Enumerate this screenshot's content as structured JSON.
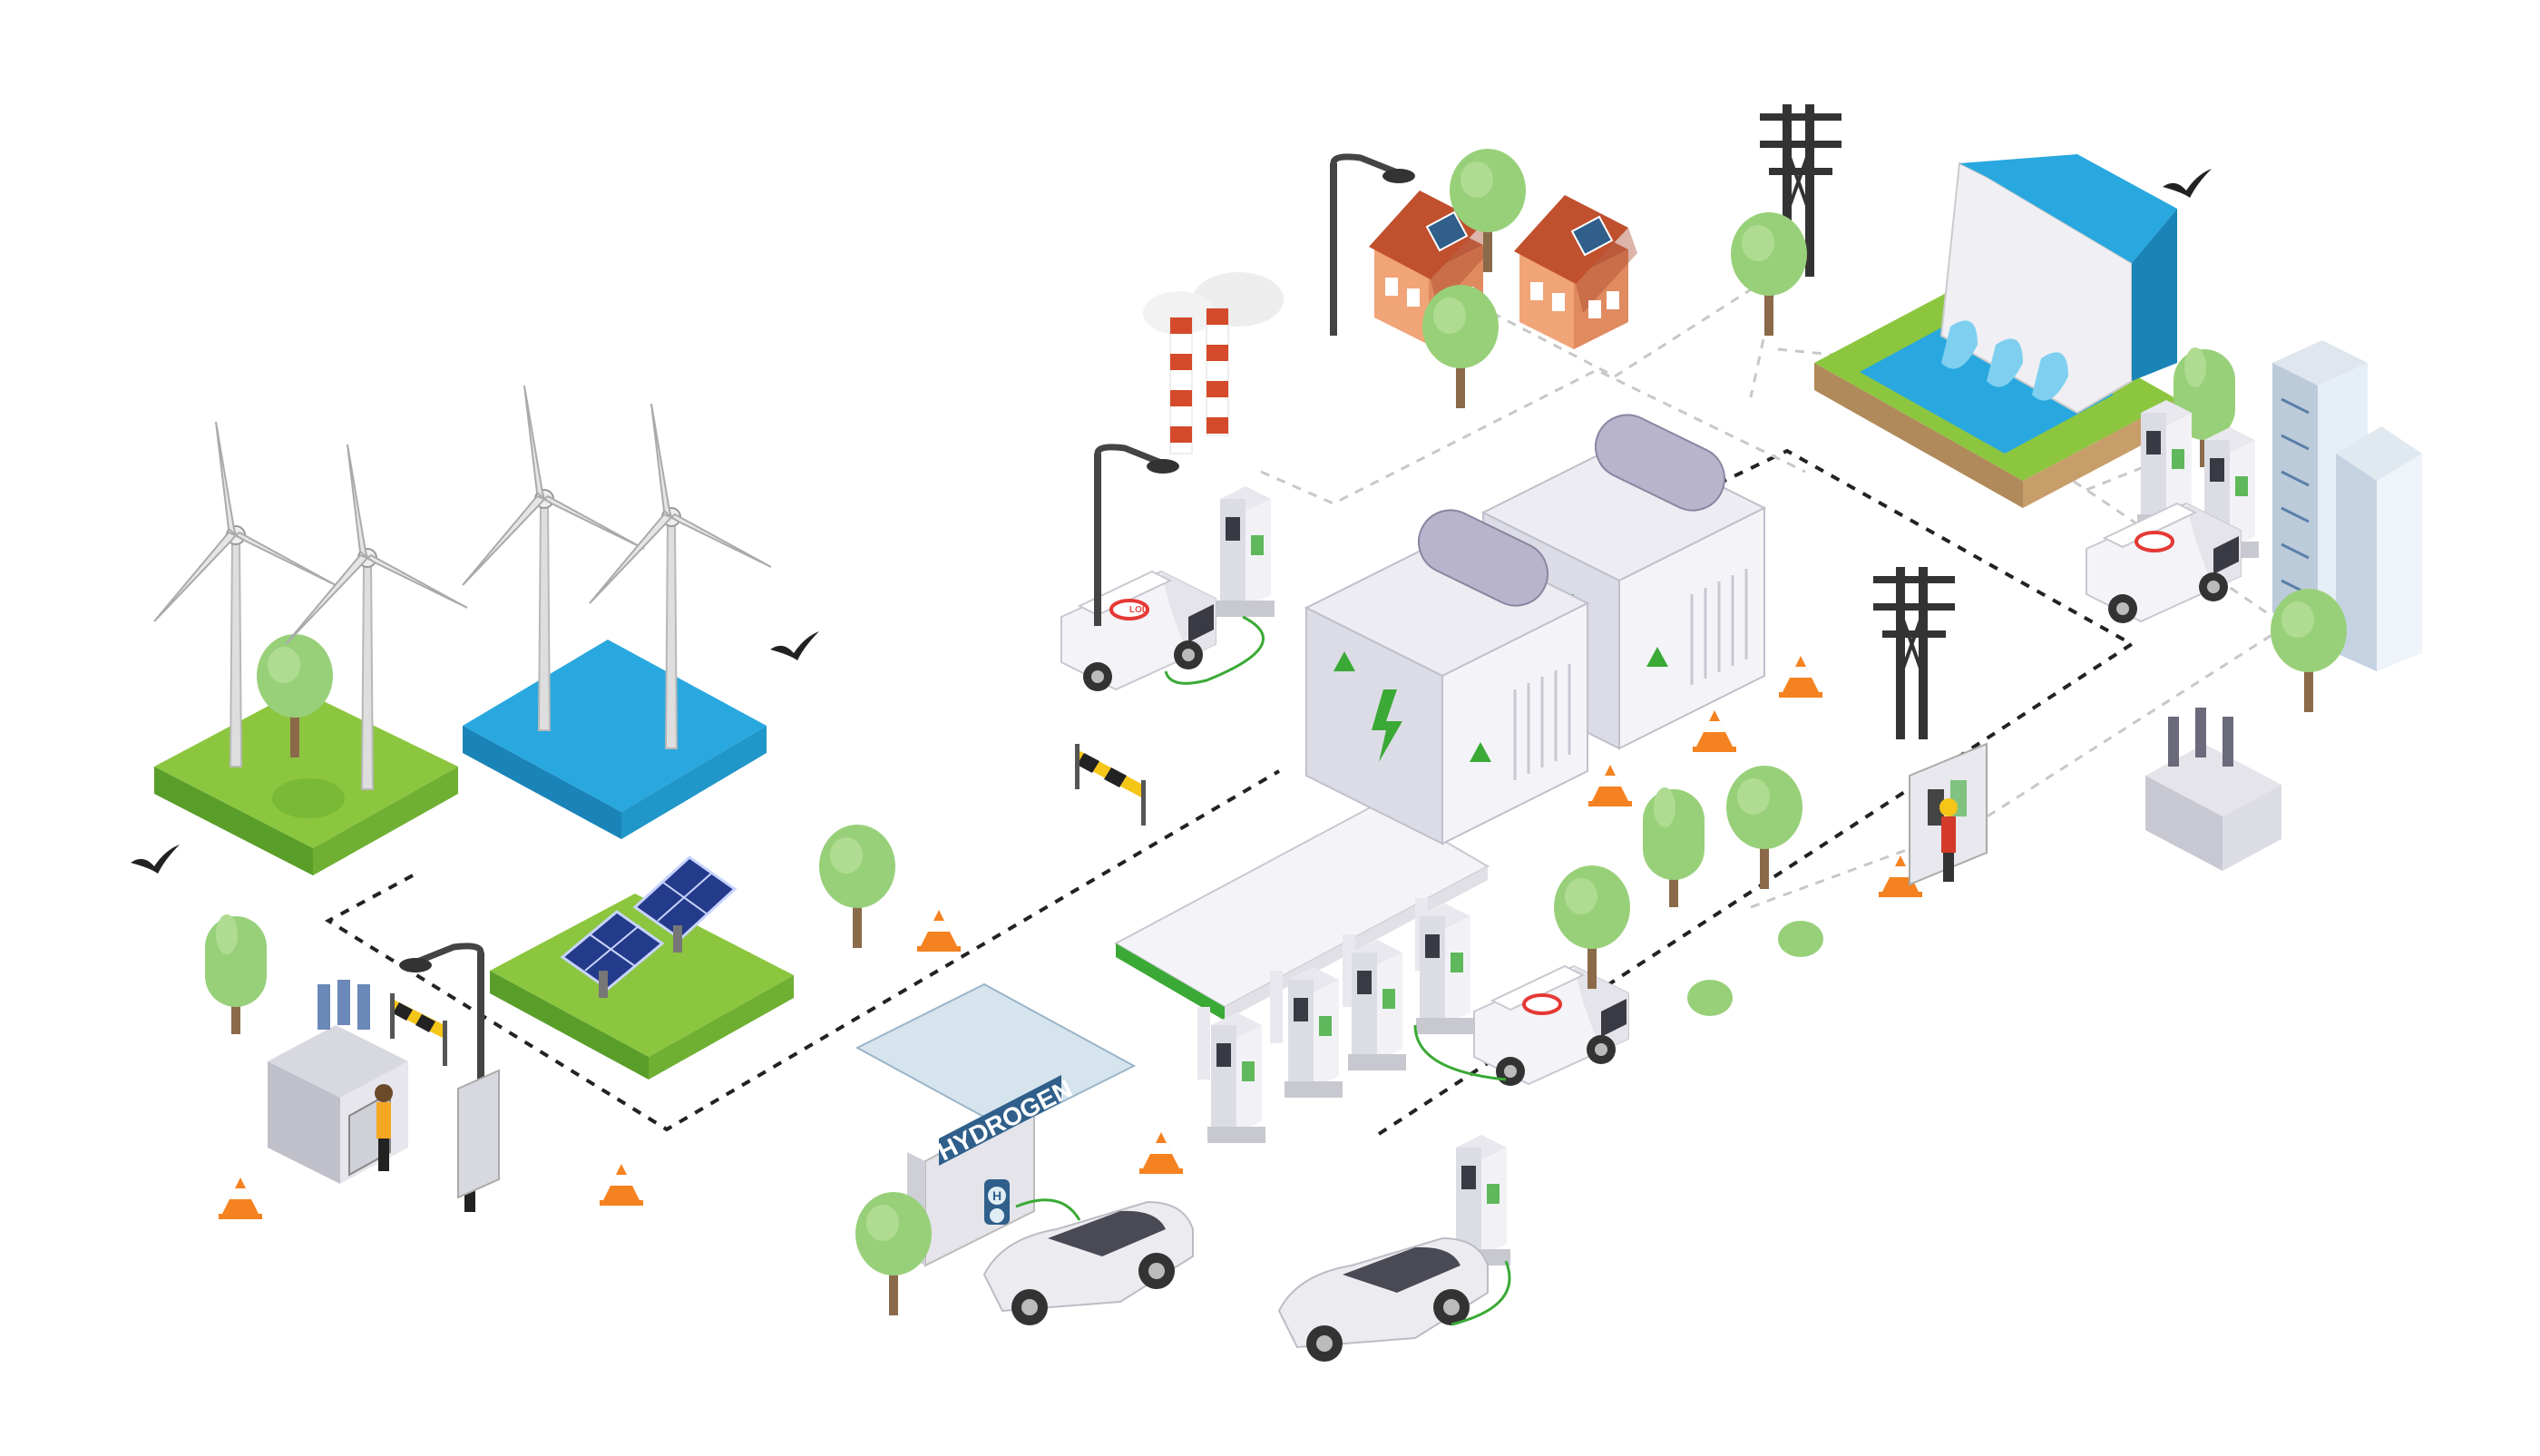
{
  "scene": {
    "hydrogen_sign": "HYDROGEN",
    "van_logo": "LOL",
    "h2_symbol": "H",
    "colors": {
      "grass": "#8cc63f",
      "grass_dark": "#5a9e2a",
      "water": "#29a8df",
      "water_dark": "#1a84b8",
      "tree": "#98d07a",
      "tree_trunk": "#8b6a4a",
      "cone": "#f58220",
      "accent_green": "#3aa935",
      "chimney_red": "#d44a2a",
      "steel": "#c8c8d0",
      "dark_line": "#222222"
    },
    "icons": [
      "wind-turbine-icon",
      "solar-panel-icon",
      "electric-van-icon",
      "ev-charger-icon",
      "hydrogen-station-icon",
      "fuel-station-canopy-icon",
      "energy-storage-container-icon",
      "hydro-dam-icon",
      "power-pole-icon",
      "transformer-icon",
      "house-icon",
      "office-tower-icon",
      "chimney-icon",
      "traffic-cone-icon",
      "bird-icon",
      "street-lamp-icon",
      "barrier-icon",
      "tree-icon",
      "worker-icon"
    ]
  }
}
